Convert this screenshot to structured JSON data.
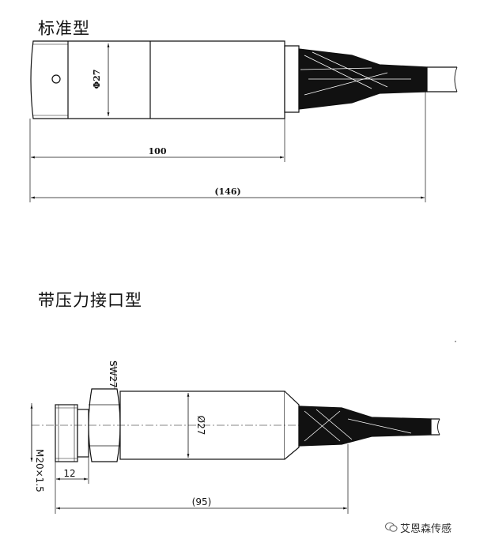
{
  "diagram_1": {
    "title": "标准型",
    "dim_diameter": "Φ27",
    "dim_length": "100",
    "dim_total": "(146)"
  },
  "diagram_2": {
    "title": "带压力接口型",
    "dim_wrench": "SW27",
    "dim_diameter": "Ø27",
    "dim_thread": "M20×1.5",
    "dim_thread_len": "12",
    "dim_total": "(95)"
  },
  "watermark": {
    "icon": "wechat-icon",
    "text": "艾恩森传感"
  }
}
